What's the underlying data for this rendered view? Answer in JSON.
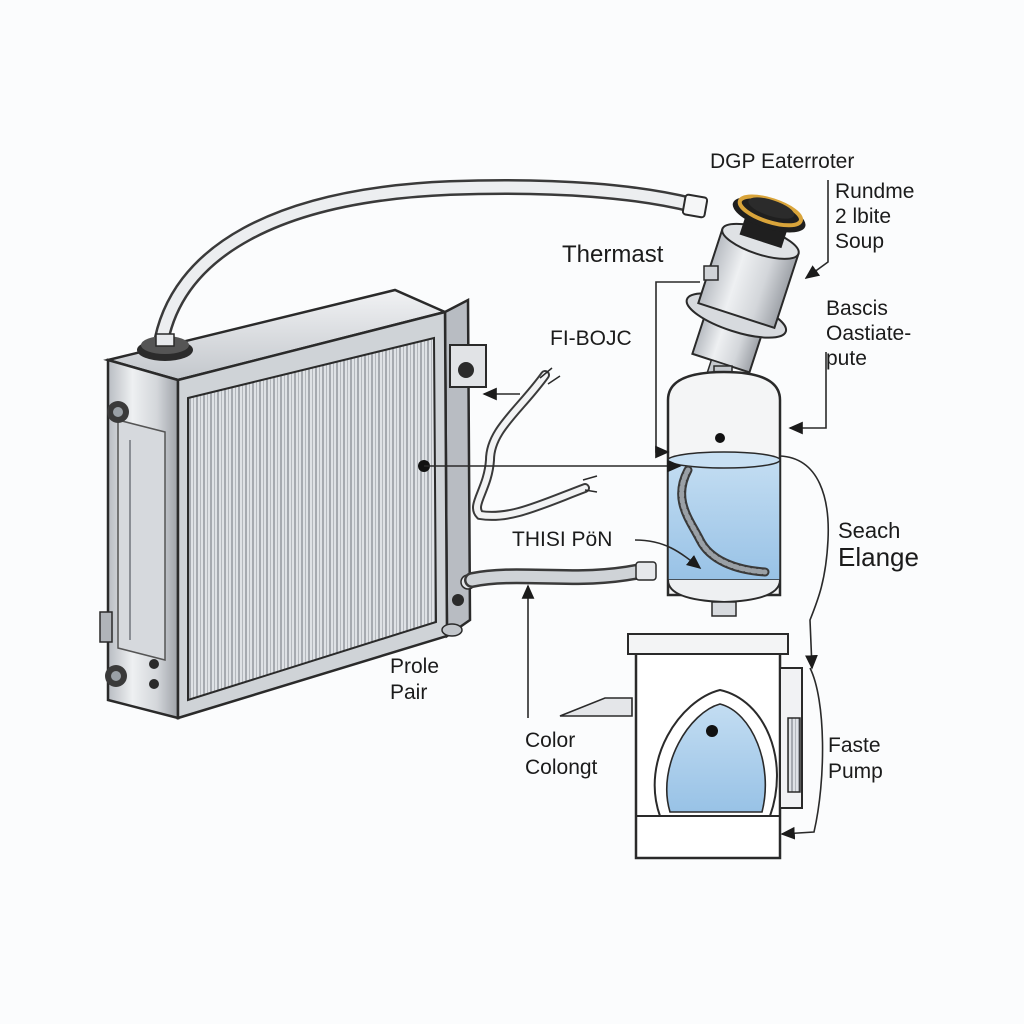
{
  "labels": {
    "dgp_eaterroter": "DGP Eaterroter",
    "rundme_line1": "Rundme",
    "rundme_line2": "2 lbite",
    "rundme_line3": "Soup",
    "thermast": "Thermast",
    "basics_line1": "Bascis",
    "basics_line2": "Oastiate-",
    "basics_line3": "pute",
    "fi_bojc": "FI-BOJC",
    "seach_line1": "Seach",
    "seach_line2": "Elange",
    "thisi_pon": "THISI PöN",
    "prole_line1": "Prole",
    "prole_line2": "Pair",
    "color_line1": "Color",
    "color_line2": "Colongt",
    "faste_line1": "Faste",
    "faste_line2": "Pump"
  },
  "colors": {
    "outline": "#2a2a2a",
    "metal_light": "#e4e6e9",
    "metal_mid": "#c9ccd1",
    "metal_dark": "#9a9ea5",
    "coolant": "#a9cdea",
    "gasket_orange": "#d9a43a",
    "background": "#fbfcfd"
  }
}
